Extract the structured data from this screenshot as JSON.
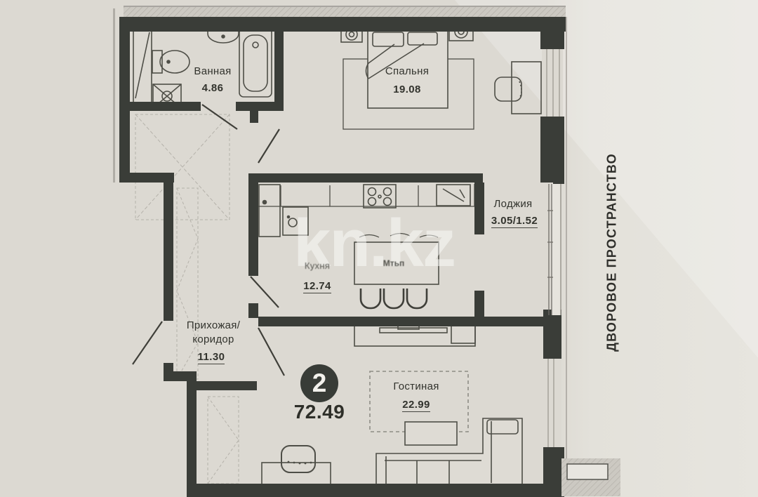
{
  "badge": {
    "rooms_count": "2",
    "total_area": "72.49"
  },
  "rooms": {
    "bathroom": {
      "name": "Ванная",
      "area": "4.86"
    },
    "bedroom": {
      "name": "Спальня",
      "area": "19.08"
    },
    "kitchen": {
      "name": "Кухня",
      "area": "12.74",
      "table_text": "Мтьп"
    },
    "loggia": {
      "name": "Лоджия",
      "area": "3.05/1.52"
    },
    "hallway": {
      "name_line1": "Прихожая/",
      "name_line2": "коридор",
      "area": "11.30"
    },
    "living_room": {
      "name": "Гостиная",
      "area": "22.99"
    }
  },
  "annotations": {
    "side_text": "ДВОРОВОЕ ПРОСТРАНСТВО",
    "watermark": "kn.kz"
  },
  "colors": {
    "wall": "#3a3d38",
    "paper": "#dedbd4",
    "paper_light": "#e8e6e0",
    "furniture_line": "#4e4e47",
    "window_fill": "#dcd9d2",
    "text": "#32332d"
  }
}
